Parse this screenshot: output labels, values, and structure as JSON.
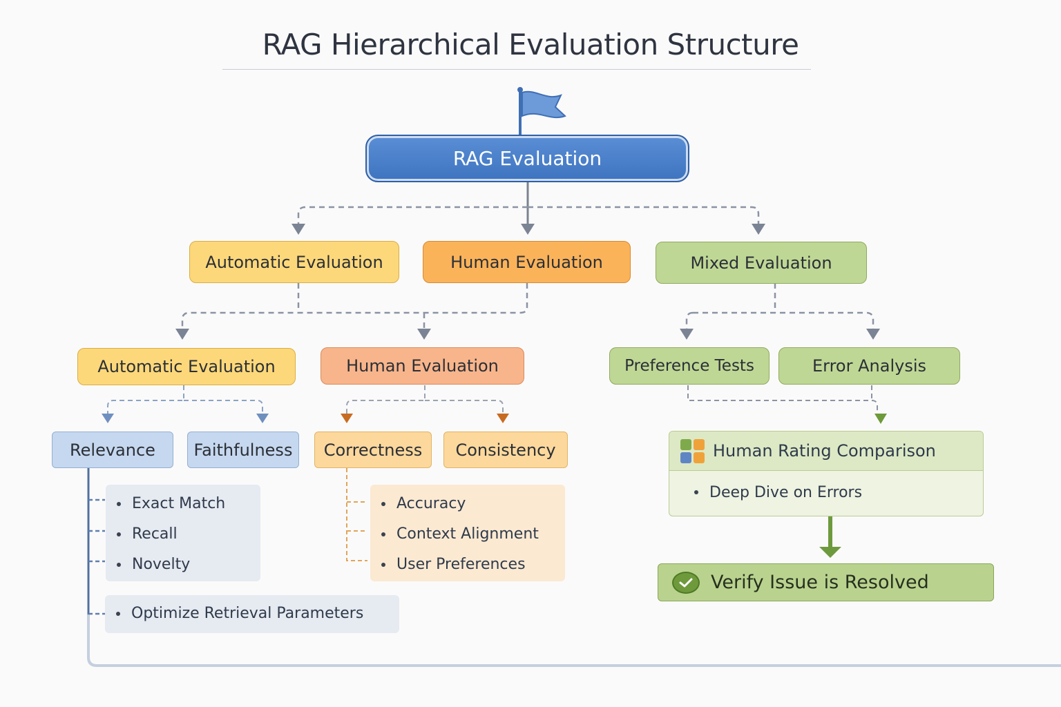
{
  "title": "RAG Hierarchical Evaluation Structure",
  "root": {
    "label": "RAG Evaluation",
    "icon": "flag-icon",
    "color": "#3e73bf"
  },
  "level1": {
    "automatic": "Automatic Evaluation",
    "human": "Human Evaluation",
    "mixed": "Mixed Evaluation"
  },
  "level2": {
    "automatic": "Automatic Evaluation",
    "human": "Human Evaluation",
    "preference": "Preference Tests",
    "error": "Error Analysis"
  },
  "level3": {
    "relevance": "Relevance",
    "faithfulness": "Faithfulness",
    "correctness": "Correctness",
    "consistency": "Consistency"
  },
  "relevance_items": [
    "Exact Match",
    "Recall",
    "Novelty"
  ],
  "optimize_item": "Optimize Retrieval Parameters",
  "correctness_items": [
    "Accuracy",
    "Context Alignment",
    "User Preferences"
  ],
  "human_rating": {
    "header": "Human Rating Comparison",
    "icon": "color-grid-icon",
    "item": "Deep Dive on Errors"
  },
  "verify": {
    "label": "Verify Issue is Resolved",
    "icon": "check-circle-icon"
  },
  "colors": {
    "automatic": "#fdd87a",
    "human": "#fbb35a",
    "mixed": "#bfd795",
    "relevance": "#c6d8ef",
    "correctness": "#fcd89c"
  }
}
